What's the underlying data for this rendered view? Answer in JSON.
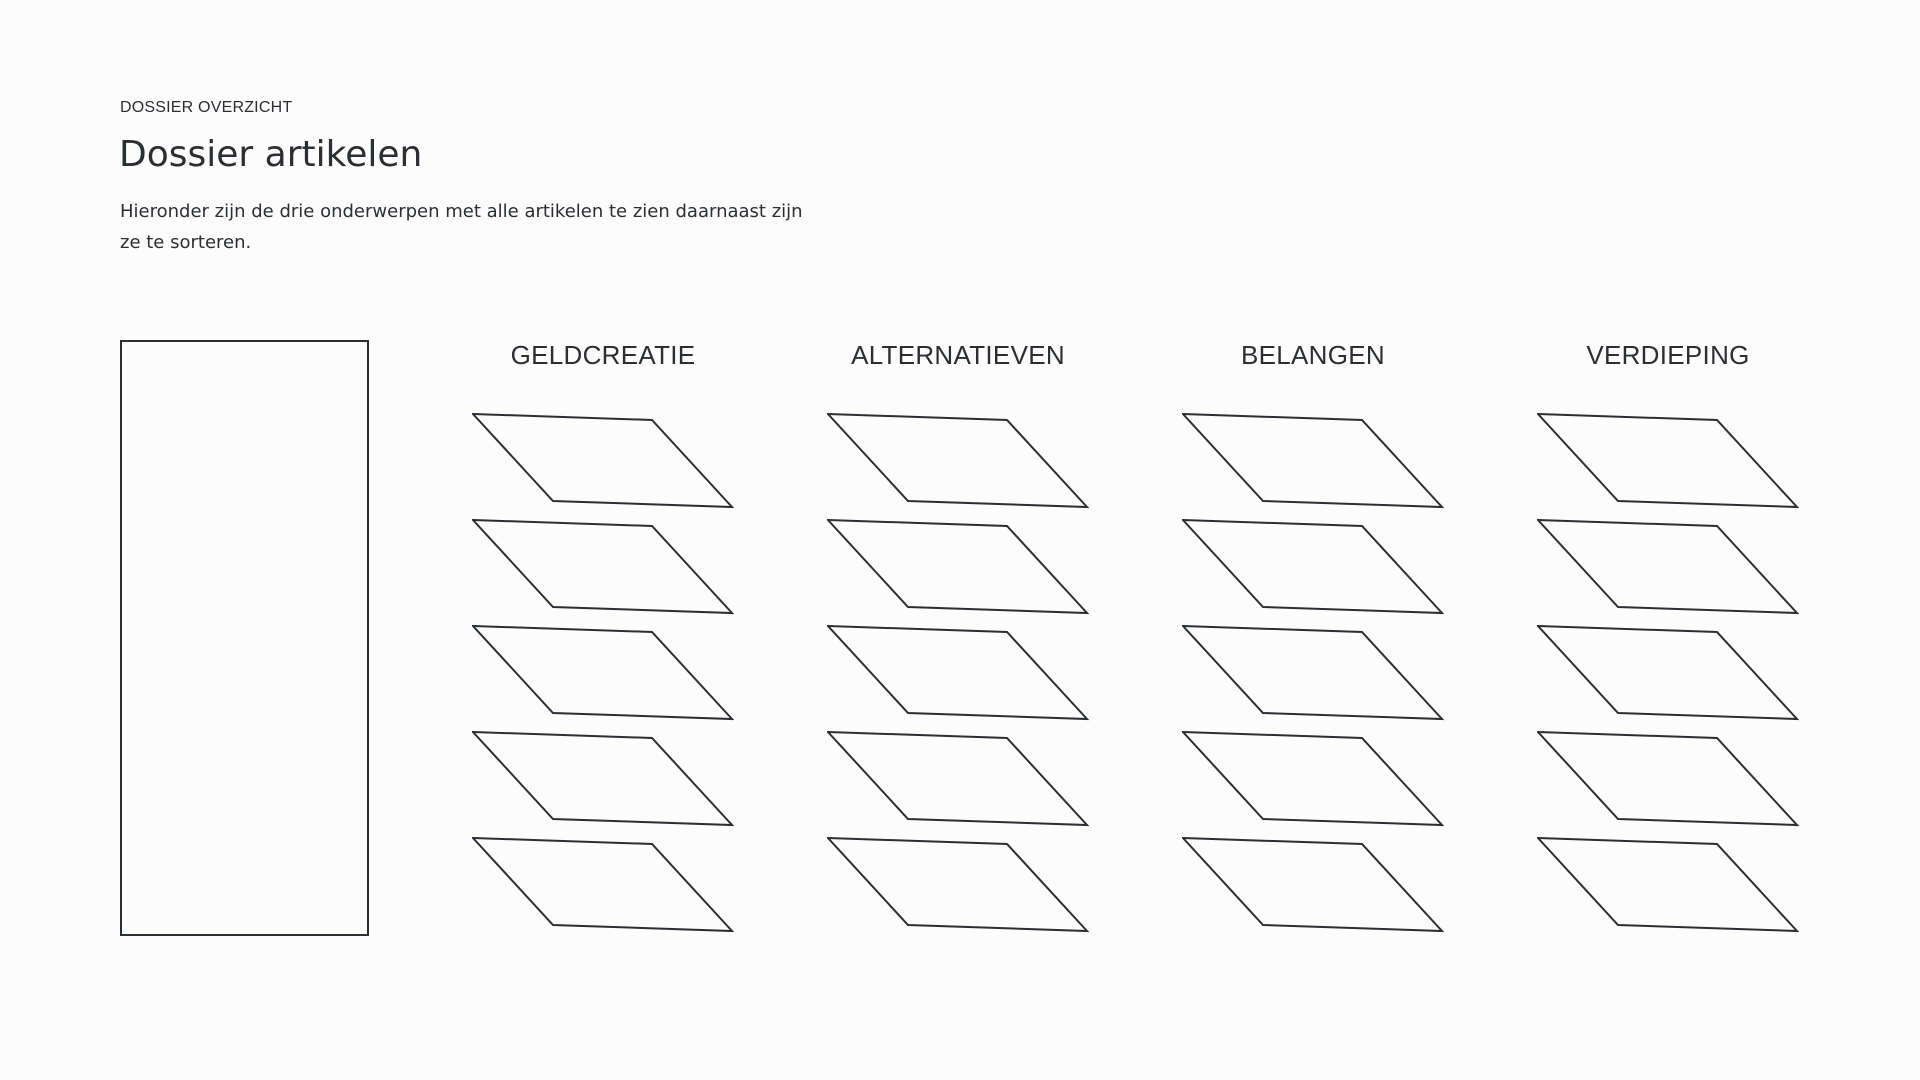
{
  "header": {
    "eyebrow": "DOSSIER OVERZICHT",
    "title": "Dossier artikelen",
    "intro": "Hieronder zijn de drie onderwerpen met alle artikelen te zien daarnaast zijn ze te sorteren."
  },
  "columns": [
    {
      "title": "GELDCREATIE",
      "article_count": 5
    },
    {
      "title": "ALTERNATIEVEN",
      "article_count": 5
    },
    {
      "title": "BELANGEN",
      "article_count": 5
    },
    {
      "title": "VERDIEPING",
      "article_count": 5
    }
  ],
  "colors": {
    "background": "#fcfcfc",
    "text": "#2b2e33",
    "outline": "#2b2e33"
  }
}
